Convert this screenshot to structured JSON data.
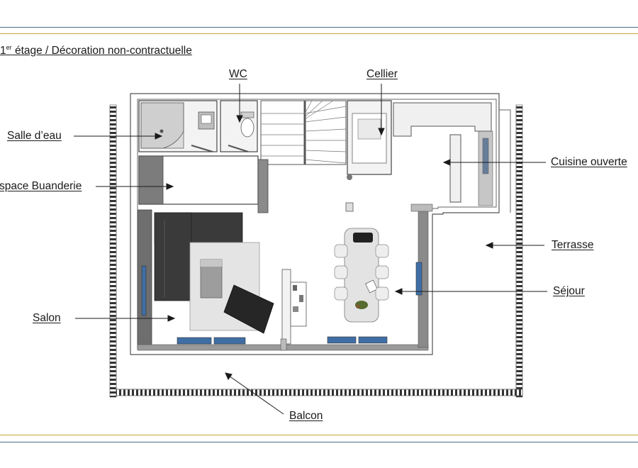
{
  "caption": {
    "floor_number": "1",
    "floor_sup": "er",
    "text": " étage / Décoration non-contractuelle"
  },
  "labels": {
    "wc": "WC",
    "cellier": "Cellier",
    "salle_deau": "Salle d’eau",
    "espace_buanderie": "space Buanderie",
    "cuisine_ouverte": "Cuisine ouverte",
    "terrasse": "Terrasse",
    "sejour": "Séjour",
    "salon": "Salon",
    "balcon": "Balcon"
  },
  "colors": {
    "rule_blue": "#4a6b85",
    "rule_gold": "#c9a63a",
    "wall_dark": "#555555",
    "wall_light": "#9a9a9a",
    "floor": "#ffffff",
    "sofa": "#3a3a3a",
    "rug": "#e4e4e4",
    "window_blue": "#3f6ea5"
  }
}
